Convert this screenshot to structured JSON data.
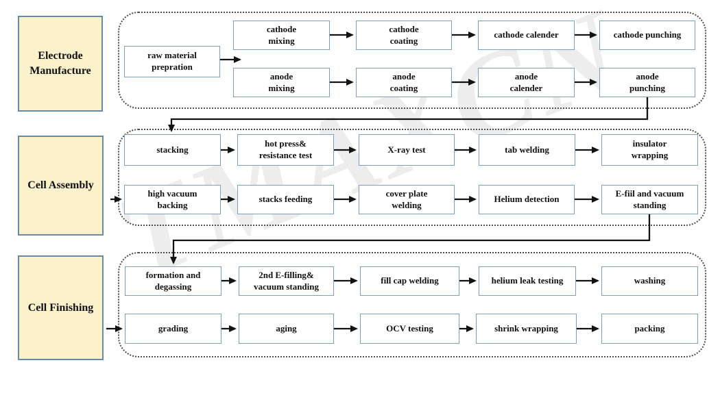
{
  "watermark": "TMAXCN",
  "colors": {
    "section_label_fill": "#fbf1cb",
    "section_label_border": "#678aa5",
    "process_box_border": "#7f9cb8",
    "dashed_container_border": "#4d4d4d",
    "arrow": "#121212",
    "text": "#111111"
  },
  "sections": [
    {
      "name": "electrode-manufacture",
      "label": "Electrode\nManufacture",
      "boxes": [
        {
          "id": "raw-material-prepration",
          "label": "raw material\nprepration"
        },
        {
          "id": "cathode-mixing",
          "label": "cathode\nmixing"
        },
        {
          "id": "cathode-coating",
          "label": "cathode\ncoating"
        },
        {
          "id": "cathode-calender",
          "label": "cathode calender"
        },
        {
          "id": "cathode-punching",
          "label": "cathode punching"
        },
        {
          "id": "anode-mixing",
          "label": "anode\nmixing"
        },
        {
          "id": "anode-coating",
          "label": "anode\ncoating"
        },
        {
          "id": "anode-calender",
          "label": "anode\ncalender"
        },
        {
          "id": "anode-punching",
          "label": "anode\npunching"
        }
      ]
    },
    {
      "name": "cell-assembly",
      "label": "Cell Assembly",
      "boxes": [
        {
          "id": "stacking",
          "label": "stacking"
        },
        {
          "id": "hot-press-resistance-test",
          "label": "hot press&\nresistance test"
        },
        {
          "id": "x-ray-test",
          "label": "X-ray test"
        },
        {
          "id": "tab-welding",
          "label": "tab welding"
        },
        {
          "id": "insulator-wrapping",
          "label": "insulator\nwrapping"
        },
        {
          "id": "high-vacuum-backing",
          "label": "high vacuum\nbacking"
        },
        {
          "id": "stacks-feeding",
          "label": "stacks feeding"
        },
        {
          "id": "cover-plate-welding",
          "label": "cover plate\nwelding"
        },
        {
          "id": "helium-detection",
          "label": "Helium detection"
        },
        {
          "id": "e-fiil-and-vacuum-standing",
          "label": "E-fiil and vacuum\nstanding"
        }
      ]
    },
    {
      "name": "cell-finishing",
      "label": "Cell Finishing",
      "boxes": [
        {
          "id": "formation-and-degassing",
          "label": "formation and\ndegassing"
        },
        {
          "id": "second-e-filling-vacuum-standing",
          "label": "2nd E-filling&\nvacuum standing"
        },
        {
          "id": "fill-cap-welding",
          "label": "fill cap welding"
        },
        {
          "id": "helium-leak-testing",
          "label": "helium leak testing"
        },
        {
          "id": "washing",
          "label": "washing"
        },
        {
          "id": "grading",
          "label": "grading"
        },
        {
          "id": "aging",
          "label": "aging"
        },
        {
          "id": "ocv-testing",
          "label": "OCV testing"
        },
        {
          "id": "shrink-wrapping",
          "label": "shrink wrapping"
        },
        {
          "id": "packing",
          "label": "packing"
        }
      ]
    }
  ]
}
